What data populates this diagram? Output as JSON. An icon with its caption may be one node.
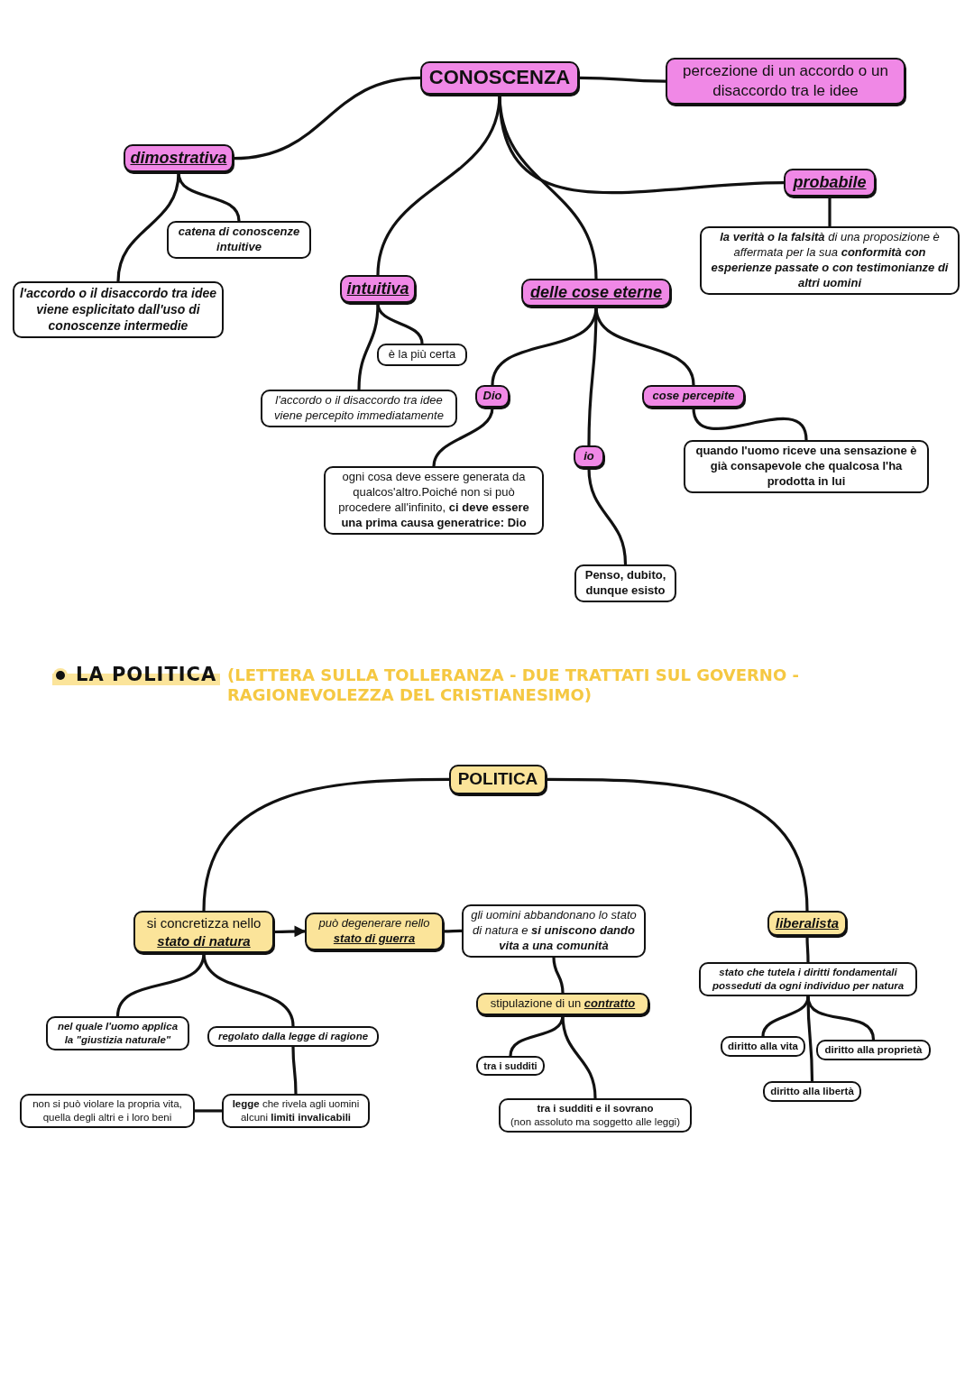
{
  "diagram": {
    "nodes": [
      {
        "text": [
          "CONOSCENZA"
        ]
      },
      {
        "text": [
          "percezione di un accordo o un disaccordo tra le idee"
        ]
      },
      {
        "text": [
          "dimostrativa"
        ]
      },
      {
        "text": [
          "catena di conoscenze intuitive"
        ]
      },
      {
        "text": [
          "l'accordo o il disaccordo tra idee viene esplicitato dall'uso di conoscenze intermedie"
        ]
      },
      {
        "text": [
          "intuitiva"
        ]
      },
      {
        "text": [
          "è la più certa"
        ]
      },
      {
        "text": [
          "l'accordo o il disaccordo tra idee viene percepito immediatamente"
        ]
      },
      {
        "text": [
          "delle cose eterne"
        ]
      },
      {
        "text": [
          "probabile"
        ]
      },
      {
        "text": [
          "**la verità o la falsità** di una proposizione è affermata per la sua **conformità con esperienze passate o con testimonianze di altri uomini**"
        ]
      },
      {
        "text": [
          "Dio"
        ]
      },
      {
        "text": [
          "io"
        ]
      },
      {
        "text": [
          "cose percepite"
        ]
      },
      {
        "text": [
          "ogni cosa deve essere generata da qualcos'altro.Poiché non si può procedere all'infinito, **ci deve essere una prima causa generatrice: Dio**"
        ]
      },
      {
        "text": [
          "quando l'uomo riceve una sensazione è già consapevole che qualcosa l'ha prodotta in lui"
        ]
      },
      {
        "text": [
          "Penso, dubito, dunque esisto"
        ]
      },
      {
        "text": [
          "POLITICA"
        ]
      },
      {
        "text": [
          "si concretizza nello **stato di natura**"
        ]
      },
      {
        "text": [
          "può degenerare nello **stato di guerra**"
        ]
      },
      {
        "text": [
          "gli uomini abbandonano lo stato di natura e **si uniscono dando vita a una comunità**"
        ]
      },
      {
        "text": [
          "liberalista"
        ]
      },
      {
        "text": [
          "nel quale l'uomo applica la \"giustizia naturale\""
        ]
      },
      {
        "text": [
          "regolato dalla legge di ragione"
        ]
      },
      {
        "text": [
          "stipulazione di un **contratto**"
        ]
      },
      {
        "text": [
          "stato che tutela i diritti fondamentali posseduti da ogni individuo per natura"
        ]
      },
      {
        "text": [
          "tra i sudditi"
        ]
      },
      {
        "text": [
          "diritto alla vita"
        ]
      },
      {
        "text": [
          "diritto alla proprietà"
        ]
      },
      {
        "text": [
          "diritto alla libertà"
        ]
      },
      {
        "text": [
          "non si può violare la propria vita, quella degli altri e i loro beni"
        ]
      },
      {
        "text": [
          "**legge** che rivela agli uomini alcuni **limiti invalicabili**"
        ]
      },
      {
        "text": [
          "tra i sudditi e il sovrano",
          "(non assoluto ma soggetto alle leggi)"
        ]
      }
    ],
    "edges": [
      {
        "from": 0,
        "to": 1,
        "arrow": "none"
      },
      {
        "from": 0,
        "to": 2,
        "arrow": "none"
      },
      {
        "from": 0,
        "to": 5,
        "arrow": "none"
      },
      {
        "from": 0,
        "to": 8,
        "arrow": "none"
      },
      {
        "from": 0,
        "to": 9,
        "arrow": "none"
      },
      {
        "from": 2,
        "to": 3,
        "arrow": "none"
      },
      {
        "from": 2,
        "to": 4,
        "arrow": "none"
      },
      {
        "from": 5,
        "to": 6,
        "arrow": "none"
      },
      {
        "from": 5,
        "to": 7,
        "arrow": "none"
      },
      {
        "from": 8,
        "to": 11,
        "arrow": "none"
      },
      {
        "from": 8,
        "to": 12,
        "arrow": "none"
      },
      {
        "from": 8,
        "to": 13,
        "arrow": "none"
      },
      {
        "from": 9,
        "to": 10,
        "arrow": "none"
      },
      {
        "from": 11,
        "to": 14,
        "arrow": "none"
      },
      {
        "from": 12,
        "to": 16,
        "arrow": "none"
      },
      {
        "from": 13,
        "to": 15,
        "arrow": "none"
      },
      {
        "from": 17,
        "to": 18,
        "arrow": "none"
      },
      {
        "from": 17,
        "to": 21,
        "arrow": "none"
      },
      {
        "from": 18,
        "to": 19,
        "arrow": "to"
      },
      {
        "from": 19,
        "to": 20,
        "arrow": "none"
      },
      {
        "from": 20,
        "to": 24,
        "arrow": "none"
      },
      {
        "from": 18,
        "to": 22,
        "arrow": "none"
      },
      {
        "from": 18,
        "to": 23,
        "arrow": "none"
      },
      {
        "from": 23,
        "to": 31,
        "arrow": "none"
      },
      {
        "from": 31,
        "to": 30,
        "arrow": "none"
      },
      {
        "from": 24,
        "to": 26,
        "arrow": "none"
      },
      {
        "from": 24,
        "to": 32,
        "arrow": "none"
      },
      {
        "from": 21,
        "to": 25,
        "arrow": "none"
      },
      {
        "from": 25,
        "to": 27,
        "arrow": "none"
      },
      {
        "from": 25,
        "to": 28,
        "arrow": "none"
      },
      {
        "from": 25,
        "to": 29,
        "arrow": "none"
      }
    ],
    "labels": [
      "LA POLITICA",
      "(LETTERA SULLA TOLLERANZA - DUE TRATTATI SUL GOVERNO - RAGIONEVOLEZZA DEL CRISTIANESIMO)"
    ]
  }
}
